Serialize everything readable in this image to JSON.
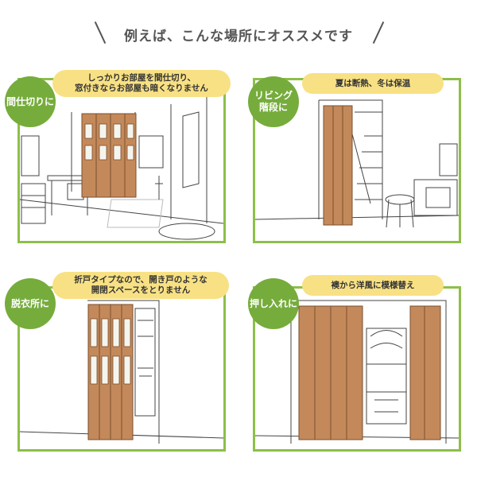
{
  "headline": {
    "title": "例えば、こんな場所にオススメです"
  },
  "panels": [
    {
      "label": "間仕切りに",
      "caption": "しっかりお部屋を間仕切り、\n窓付きならお部屋も暗くなりません"
    },
    {
      "label": "リビング\n階段に",
      "caption": "夏は断熱、冬は保温"
    },
    {
      "label": "脱衣所に",
      "caption": "折戸タイプなので、開き戸のような\n開閉スペースをとりません"
    },
    {
      "label": "押し入れに",
      "caption": "襖から洋風に模様替え"
    }
  ],
  "colors": {
    "frame": "#8dbf4a",
    "circle": "#76ac3c",
    "bubble": "#f8e184",
    "door": "#c4895a"
  }
}
